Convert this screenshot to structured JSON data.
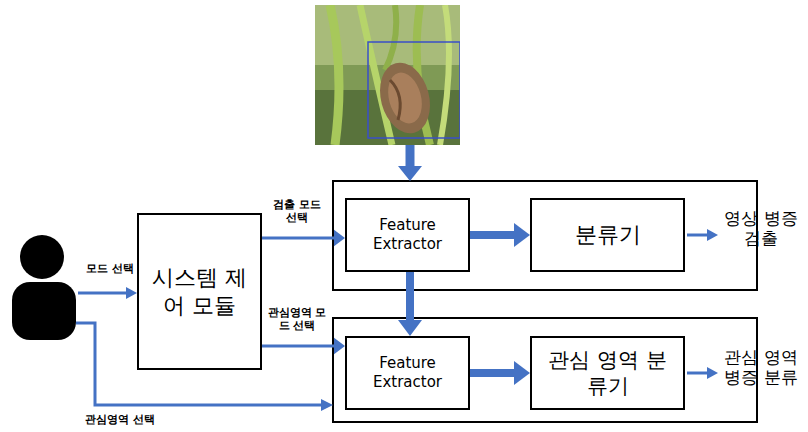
{
  "diagram": {
    "nodes": [
      {
        "text": [
          "시스템 제어 모듈"
        ]
      },
      {
        "text": [
          "Feature Extractor"
        ]
      },
      {
        "text": [
          "분류기"
        ]
      },
      {
        "text": [
          "Feature Extractor"
        ]
      },
      {
        "text": [
          "관심 영역 분류기"
        ]
      }
    ],
    "edges": [
      {
        "from": 0,
        "to": 1,
        "arrow": "to",
        "label": "검출 모드 선택"
      },
      {
        "from": 0,
        "to": 3,
        "arrow": "to",
        "label": "관심영역 모드 선택"
      },
      {
        "from": 1,
        "to": 2,
        "arrow": "to"
      },
      {
        "from": 1,
        "to": 3,
        "arrow": "to"
      },
      {
        "from": 3,
        "to": 4,
        "arrow": "to"
      }
    ],
    "labels": [
      "모드 선택",
      "관심영역 선택",
      "영상 병증 검출",
      "관심 영역 병증 분류"
    ]
  }
}
